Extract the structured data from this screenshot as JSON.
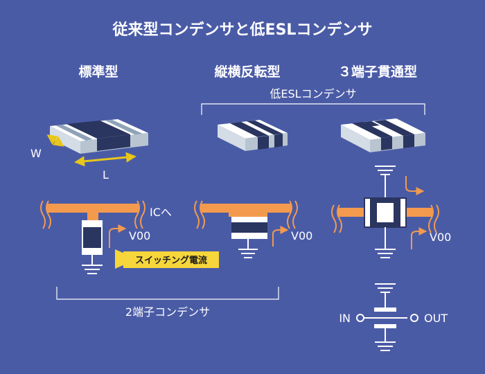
{
  "title": "従来型コンデンサと低ESLコンデンサ",
  "types": {
    "standard": "標準型",
    "reverse": "縦横反転型",
    "three_terminal": "３端子貫通型"
  },
  "group_low_esl": "低ESLコンデンサ",
  "group_two_terminal": "2端子コンデンサ",
  "dimension_w": "W",
  "dimension_l": "L",
  "to_ic": "ICへ",
  "vdd_1": "V00",
  "vdd_2": "V00",
  "vdd_3": "V00",
  "switching_current": "スイッチング電流",
  "in_label": "IN",
  "out_label": "OUT",
  "colors": {
    "background": "#4a5ba6",
    "trace": "#f39a4e",
    "electrode": "#2a3560",
    "arrow_yellow": "#e8c61a",
    "badge": "#f6d63a"
  }
}
